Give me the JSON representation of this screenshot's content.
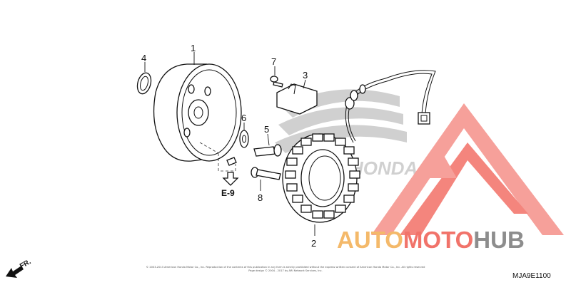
{
  "callouts": {
    "flywheel": "1",
    "stator": "2",
    "bracket": "3",
    "oring": "4",
    "bolt_flywheel": "5",
    "washer": "6",
    "bolt_bracket": "7",
    "bolt_stator": "8"
  },
  "reference_box": "E-9",
  "direction_label": "FR.",
  "diagram_code": "MJA9E1100",
  "copyright": {
    "line1": "© 2003-2013 American Honda Motor Co., Inc. Reproduction of the contents of this publication in any form is strictly prohibited without the express written consent of American Honda Motor Co., Inc. All rights reserved",
    "line2": "Page design © 2004 - 2017 by ARI Network Services, Inc."
  },
  "watermark": {
    "part_a": "AUTO",
    "part_b": "MOTO",
    "part_c": "HUB",
    "colors": {
      "a": "#f4b96a",
      "b": "#f1736a",
      "c": "#8d8d8d"
    }
  },
  "background_mark_text": "HONDA"
}
